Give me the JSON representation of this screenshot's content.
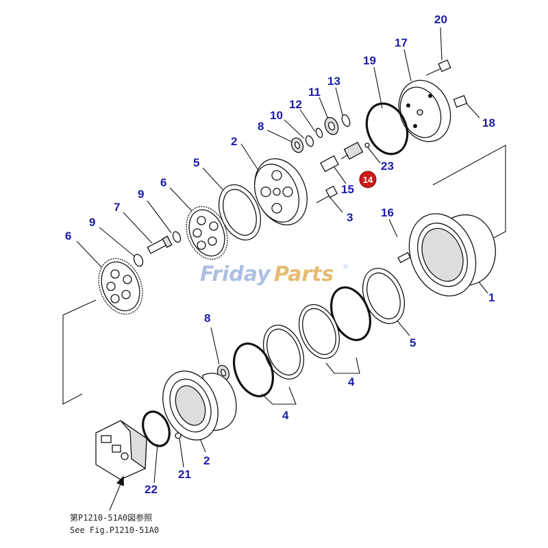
{
  "watermark": {
    "part1": "Friday",
    "part2": "Parts",
    "mark": "®"
  },
  "callouts": [
    {
      "id": "c20",
      "label": "20"
    },
    {
      "id": "c17",
      "label": "17"
    },
    {
      "id": "c19",
      "label": "19"
    },
    {
      "id": "c13",
      "label": "13"
    },
    {
      "id": "c11",
      "label": "11"
    },
    {
      "id": "c12",
      "label": "12"
    },
    {
      "id": "c10",
      "label": "10"
    },
    {
      "id": "c8a",
      "label": "8"
    },
    {
      "id": "c2a",
      "label": "2"
    },
    {
      "id": "c18",
      "label": "18"
    },
    {
      "id": "c23",
      "label": "23"
    },
    {
      "id": "c15",
      "label": "15"
    },
    {
      "id": "c3",
      "label": "3"
    },
    {
      "id": "c5a",
      "label": "5"
    },
    {
      "id": "c6a",
      "label": "6"
    },
    {
      "id": "c9a",
      "label": "9"
    },
    {
      "id": "c7",
      "label": "7"
    },
    {
      "id": "c9b",
      "label": "9"
    },
    {
      "id": "c6b",
      "label": "6"
    },
    {
      "id": "c16",
      "label": "16"
    },
    {
      "id": "c1",
      "label": "1"
    },
    {
      "id": "c8b",
      "label": "8"
    },
    {
      "id": "c5b",
      "label": "5"
    },
    {
      "id": "c4a",
      "label": "4"
    },
    {
      "id": "c4b",
      "label": "4"
    },
    {
      "id": "c2b",
      "label": "2"
    },
    {
      "id": "c21",
      "label": "21"
    },
    {
      "id": "c22",
      "label": "22"
    }
  ],
  "highlighted_callout": {
    "label": "14",
    "color": "#cc1a1a"
  },
  "reference_note": {
    "line1": "第P1210-51A0図参照",
    "line2": "See Fig.P1210-51A0"
  },
  "colors": {
    "callout": "#1a1aa8",
    "highlight": "#cc1a1a",
    "watermark_blue": "#9fb6dc",
    "watermark_orange": "#e2b15c"
  }
}
